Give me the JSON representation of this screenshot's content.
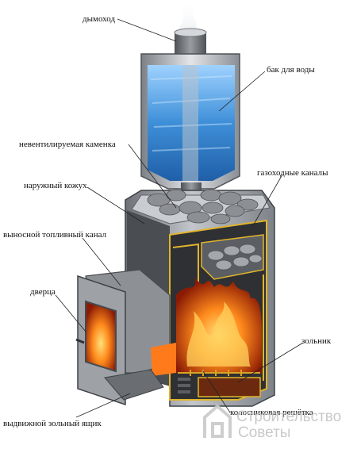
{
  "diagram": {
    "labels": {
      "chimney": "дымоход",
      "water_tank": "бак для воды",
      "closed_stone_chamber": "невентилируемая каменка",
      "gas_channels": "газоходные каналы",
      "outer_casing": "наружный кожух",
      "remote_fuel_channel": "выносной топливный канал",
      "door": "дверца",
      "ash_pit": "зольник",
      "grate": "колосниковая решётка",
      "ash_drawer": "выдвижной зольный ящик"
    }
  },
  "watermark": {
    "line1": "Строительство",
    "line2": "Советы"
  },
  "colors": {
    "steel": "#a9acb0",
    "dark_steel": "#55595e",
    "water": "#3e8fd8",
    "fire": "#f26a0f",
    "stone": "#8c8f94",
    "frame_accent": "#e0b52b"
  }
}
